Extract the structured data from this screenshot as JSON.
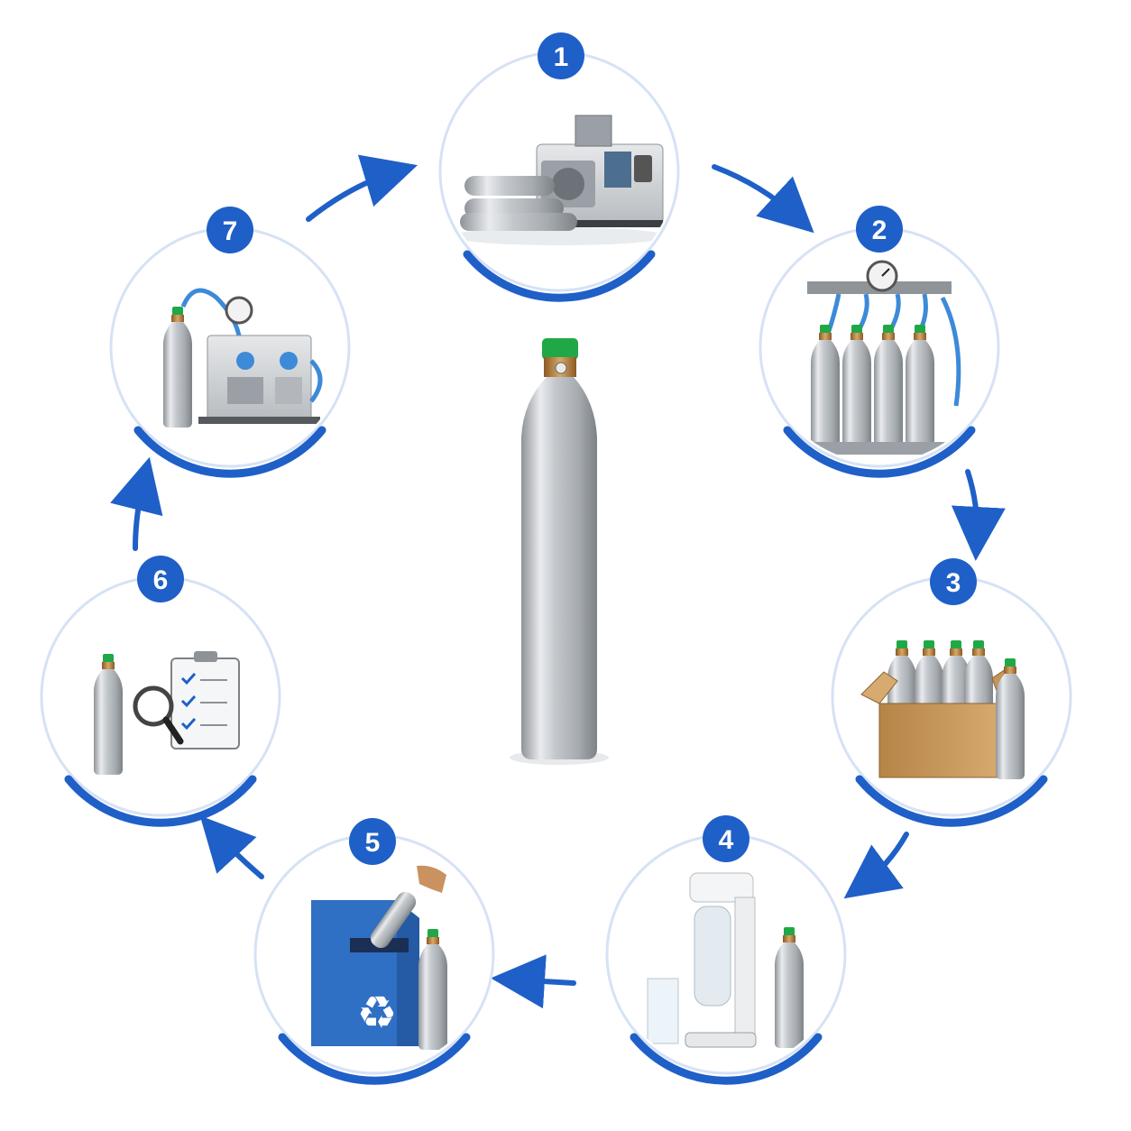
{
  "colors": {
    "accent": "#1f5fc8",
    "ring": "#d6e2f5",
    "badge_text": "#ffffff",
    "aluminum": "#c9ccd0",
    "cap_green": "#1fa845",
    "brass": "#b07a3a",
    "cardboard": "#c89a5e",
    "recycle_bin": "#2f6fc4"
  },
  "steps": [
    {
      "number": "1",
      "icon": "manufacturing-lathe-icon"
    },
    {
      "number": "2",
      "icon": "filling-manifold-icon"
    },
    {
      "number": "3",
      "icon": "shipping-box-icon"
    },
    {
      "number": "4",
      "icon": "soda-maker-icon"
    },
    {
      "number": "5",
      "icon": "recycle-bin-icon"
    },
    {
      "number": "6",
      "icon": "inspection-checklist-icon"
    },
    {
      "number": "7",
      "icon": "pressure-testing-station-icon"
    }
  ],
  "center": {
    "icon": "co2-cylinder-icon"
  }
}
